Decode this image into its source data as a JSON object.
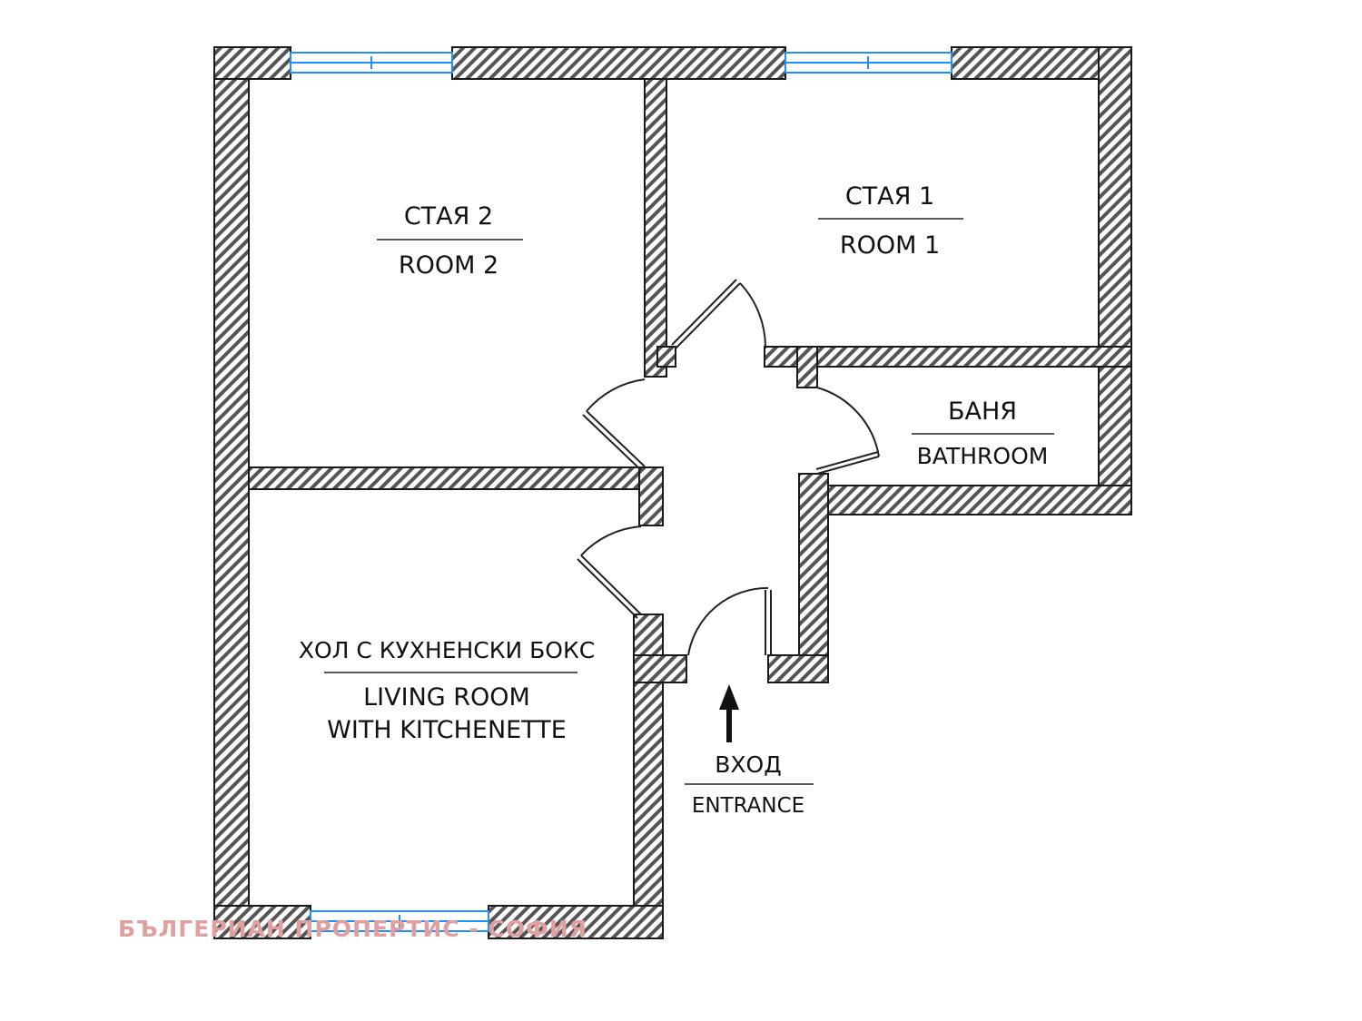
{
  "rooms": {
    "room2": {
      "label_bg": "СТАЯ 2",
      "label_en": "ROOM 2"
    },
    "room1": {
      "label_bg": "СТАЯ 1",
      "label_en": "ROOM 1"
    },
    "bathroom": {
      "label_bg": "БАНЯ",
      "label_en": "BATHROOM"
    },
    "living": {
      "label_bg": "ХОЛ С КУХНЕНСКИ БОКС",
      "label_en_line1": "LIVING ROOM",
      "label_en_line2": "WITH KITCHENETTE"
    }
  },
  "entrance": {
    "label_bg": "ВХОД",
    "label_en": "ENTRANCE"
  },
  "watermark": {
    "text": "БЪЛГЕРИАН ПРОПЕРТИС - СОФИЯ"
  },
  "colors": {
    "wall_fill": "#555555",
    "wall_outline": "#1a1a1a",
    "window": "#1e90ff",
    "watermark": "#e0a0a0"
  }
}
